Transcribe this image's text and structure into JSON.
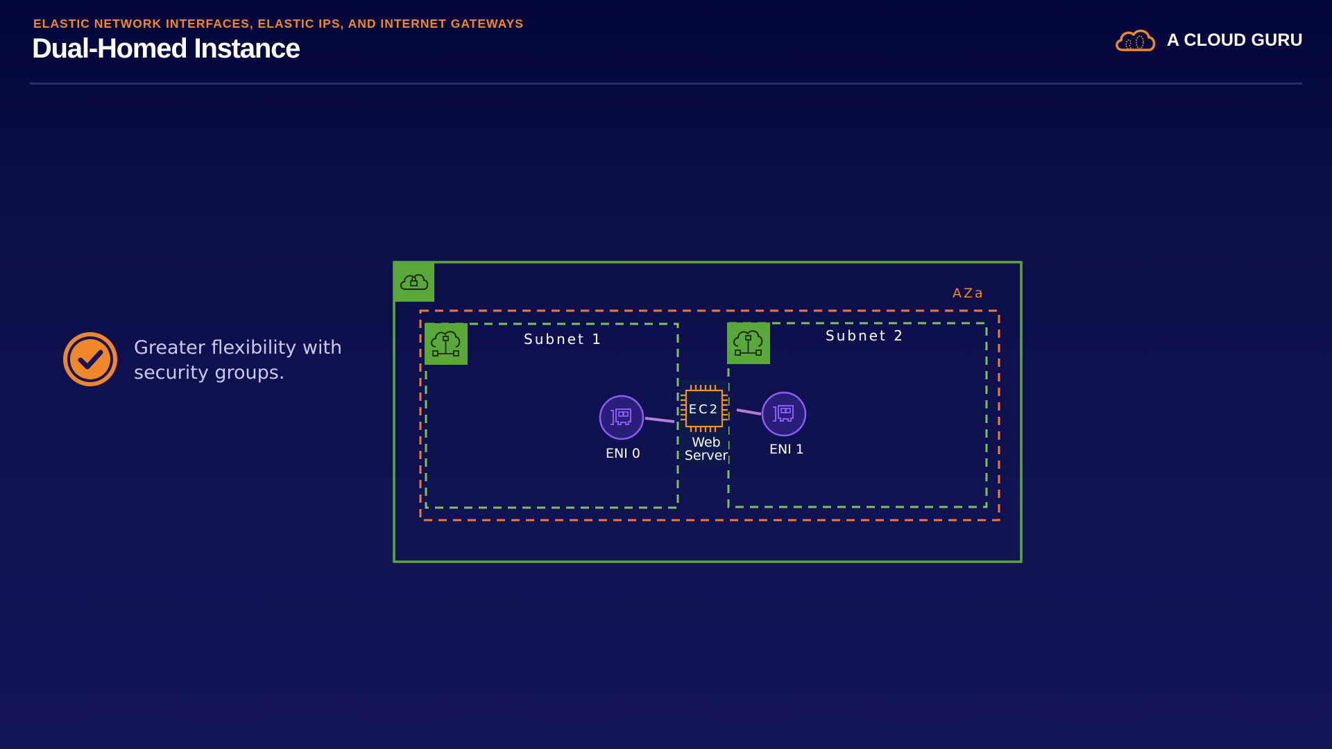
{
  "header": {
    "kicker": "ELASTIC NETWORK INTERFACES, ELASTIC IPS, AND INTERNET GATEWAYS",
    "title": "Dual-Homed Instance"
  },
  "brand": {
    "name": "A CLOUD GURU",
    "icon": "cloud-logo-icon",
    "color": "#f0882a"
  },
  "bullet": {
    "icon": "check-circle-icon",
    "text": "Greater flexibility with security groups."
  },
  "diagram": {
    "vpc": {
      "icon": "vpc-lock-cloud-icon",
      "border_color": "#5aa83a"
    },
    "availability_zone": {
      "label": "AZa",
      "border_color": "#f07a30"
    },
    "subnets": [
      {
        "label": "Subnet 1",
        "icon": "subnet-cloud-icon",
        "border_color": "#7cc15a"
      },
      {
        "label": "Subnet 2",
        "icon": "subnet-cloud-icon",
        "border_color": "#7cc15a"
      }
    ],
    "instance": {
      "chip_text": "EC2",
      "label_line1": "Web",
      "label_line2": "Server",
      "icon": "ec2-chip-icon",
      "color": "#f5921f"
    },
    "enis": [
      {
        "label": "ENI 0",
        "icon": "network-card-icon"
      },
      {
        "label": "ENI 1",
        "icon": "network-card-icon"
      }
    ],
    "eni_color": "#8b5cf6",
    "link_color": "#b37fd6"
  }
}
